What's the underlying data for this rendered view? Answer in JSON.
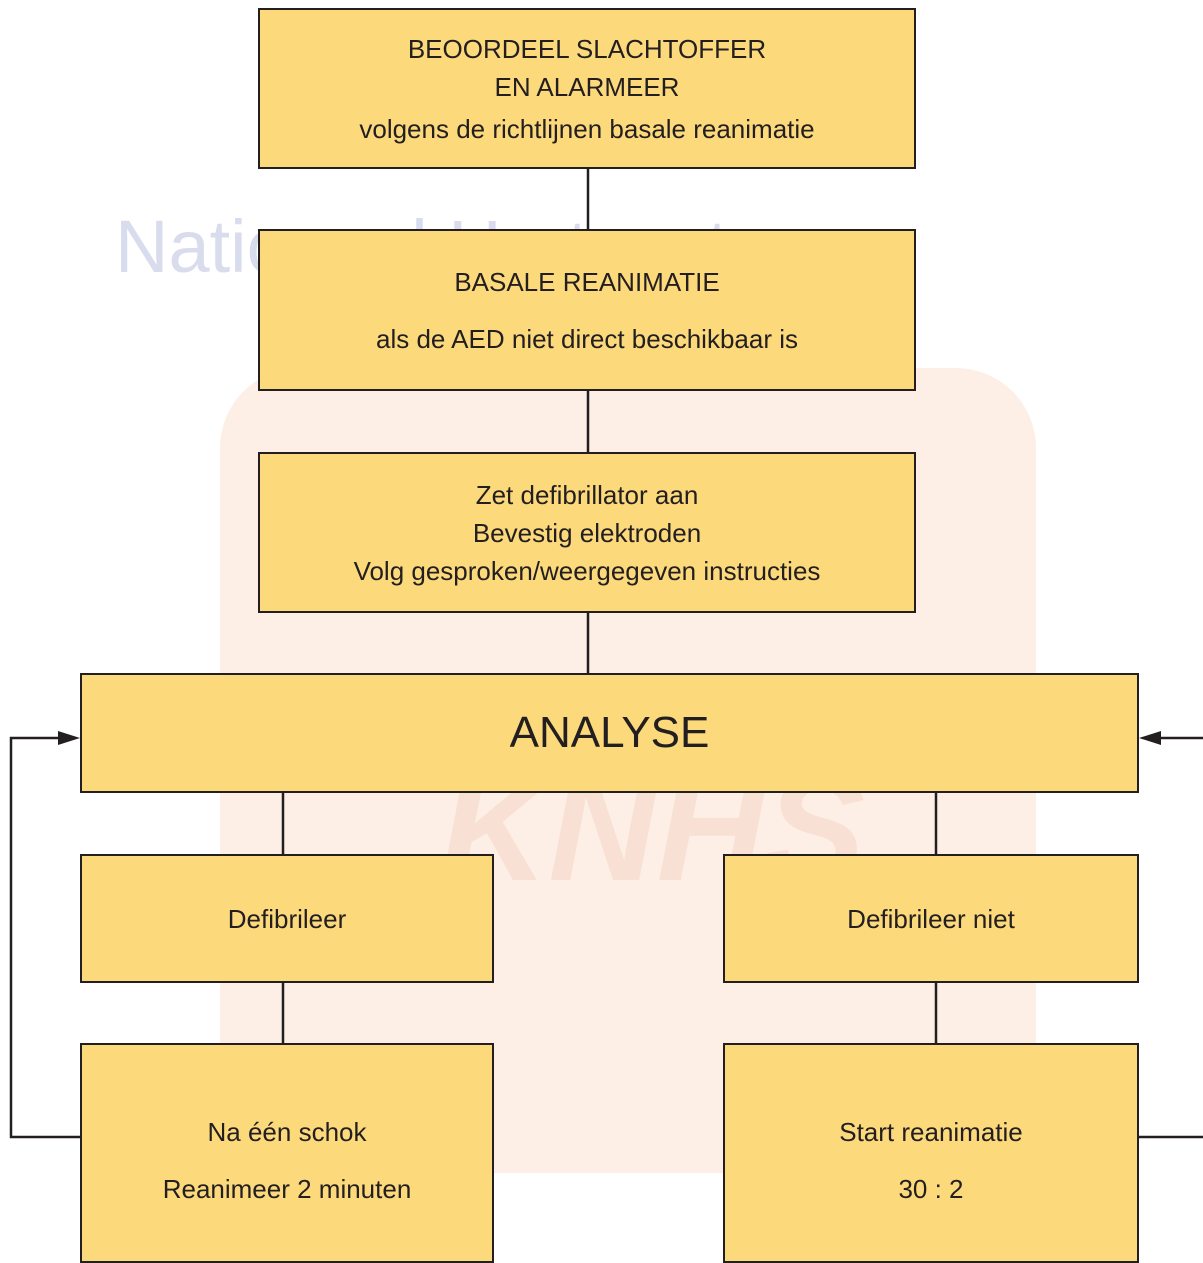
{
  "colors": {
    "box_fill": "#fcd97b",
    "stroke": "#231f20",
    "background": "#ffffff",
    "watermark_text": "#d9dced",
    "watermark_badge": "#fdefe6"
  },
  "watermark": {
    "text": "Nationaal Hartcentrum",
    "logo_text": "KNHS"
  },
  "boxes": {
    "assess": {
      "line1": "BEOORDEEL SLACHTOFFER",
      "line2": "EN ALARMEER",
      "line3": "volgens de richtlijnen basale reanimatie"
    },
    "basic": {
      "line1": "BASALE REANIMATIE",
      "line2": "als de AED niet direct beschikbaar is"
    },
    "defib_on": {
      "line1": "Zet defibrillator aan",
      "line2": "Bevestig elektroden",
      "line3": "Volg gesproken/weergegeven instructies"
    },
    "analyse": {
      "label": "ANALYSE"
    },
    "shock": {
      "label": "Defibrileer"
    },
    "no_shock": {
      "label": "Defibrileer niet"
    },
    "after_shock": {
      "line1": "Na één schok",
      "line2": "Reanimeer 2 minuten"
    },
    "cpr": {
      "line1": "Start reanimatie",
      "line2": "30 : 2"
    }
  }
}
